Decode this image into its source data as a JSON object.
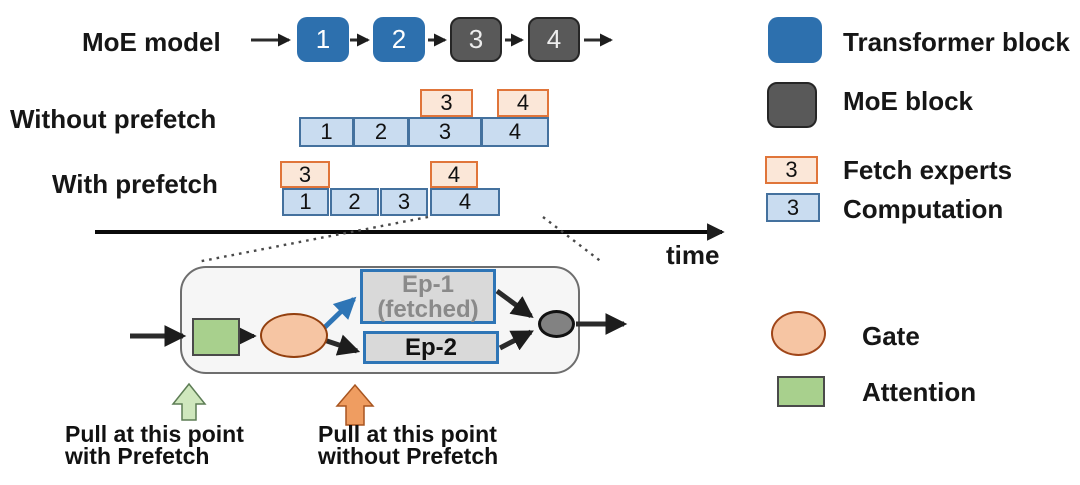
{
  "rows": {
    "moe": {
      "label": "MoE model",
      "blocks": [
        "1",
        "2",
        "3",
        "4"
      ]
    },
    "without": {
      "label": "Without prefetch",
      "fetch": [
        "3",
        "4"
      ],
      "compute": [
        "1",
        "2",
        "3",
        "4"
      ]
    },
    "with": {
      "label": "With prefetch",
      "fetch": [
        "3",
        "4"
      ],
      "compute": [
        "1",
        "2",
        "3",
        "4"
      ]
    }
  },
  "timeline": {
    "label": "time"
  },
  "detail": {
    "ep1": "Ep-1",
    "ep1_sub": "(fetched)",
    "ep2": "Ep-2"
  },
  "annotations": {
    "with_prefetch": {
      "line1": "Pull at this point",
      "line2": "with Prefetch"
    },
    "without_prefetch": {
      "line1": "Pull at this point",
      "line2": "without Prefetch"
    }
  },
  "legend": {
    "transformer": "Transformer block",
    "moe": "MoE block",
    "fetch_num": "3",
    "fetch": "Fetch experts",
    "compute_num": "3",
    "compute": "Computation",
    "gate": "Gate",
    "attention": "Attention"
  },
  "colors": {
    "transformer_blue": "#2d70ae",
    "moe_gray": "#595959",
    "fetch_fill": "#fbe7d8",
    "fetch_border": "#e0753a",
    "compute_fill": "#c9dcf0",
    "compute_border": "#44719e",
    "gate_fill": "#f6c5a3",
    "gate_border": "#93400f",
    "attention_green": "#a8d08d",
    "expert_fill": "#d9d9d9",
    "expert_border": "#2e75b6",
    "prefetch_arrow_blue": "#2e75b6"
  }
}
